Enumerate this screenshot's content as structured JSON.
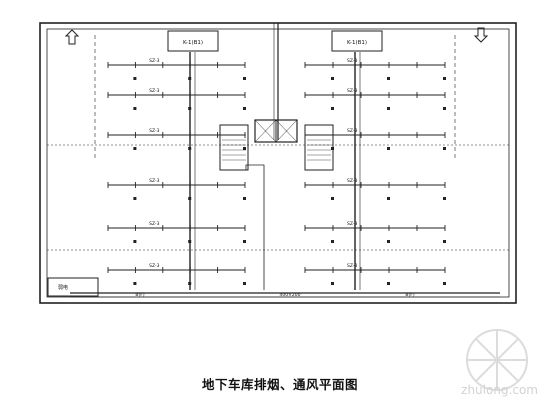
{
  "diagram": {
    "caption": "地下车库排烟、通风平面图",
    "fan_rooms": [
      {
        "label": "K-1(B1)"
      },
      {
        "label": "K-1(B1)"
      }
    ],
    "duct_tags": [
      "B(F)",
      "400×200",
      "B(F)"
    ],
    "left_rows": [
      "SZ-3",
      "SZ-3",
      "SZ-3",
      "SZ-3",
      "SZ-3",
      "SZ-3"
    ],
    "right_rows": [
      "SZ-3",
      "SZ-3",
      "SZ-3",
      "SZ-3",
      "SZ-3",
      "SZ-3"
    ],
    "small_room_label": "弱电"
  },
  "watermark": {
    "text": "zhulong.com"
  }
}
